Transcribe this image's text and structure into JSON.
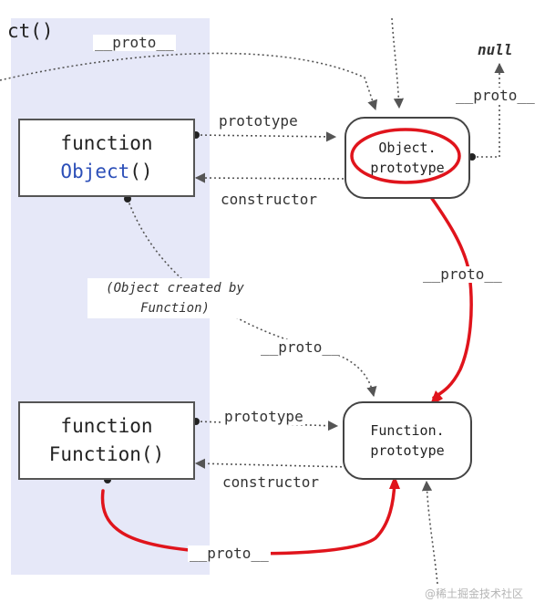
{
  "colors": {
    "panel": "#e6e8f8",
    "arrow": "#555555",
    "highlight": "#e0141c",
    "keyword_blue": "#2c4fb8"
  },
  "corner_text": "ct()",
  "null_label": "null",
  "nodes": {
    "object_fn": {
      "line1": "function",
      "name": "Object",
      "suffix": "()"
    },
    "object_proto": {
      "line1": "Object.",
      "line2": "prototype"
    },
    "function_fn": {
      "line1": "function",
      "line2": "Function()"
    },
    "function_proto": {
      "line1": "Function.",
      "line2": "prototype"
    }
  },
  "labels": {
    "proto_top": "__proto__",
    "proto_null": "__proto__",
    "prototype_obj": "prototype",
    "constructor_obj": "constructor",
    "proto_right": "__proto__",
    "proto_mid": "__proto__",
    "prototype_fn": "prototype",
    "constructor_fn": "constructor",
    "proto_bottom": "__proto__"
  },
  "note": {
    "line1": "(Object created by",
    "line2": "Function)"
  },
  "watermark": "@稀土掘金技术社区"
}
